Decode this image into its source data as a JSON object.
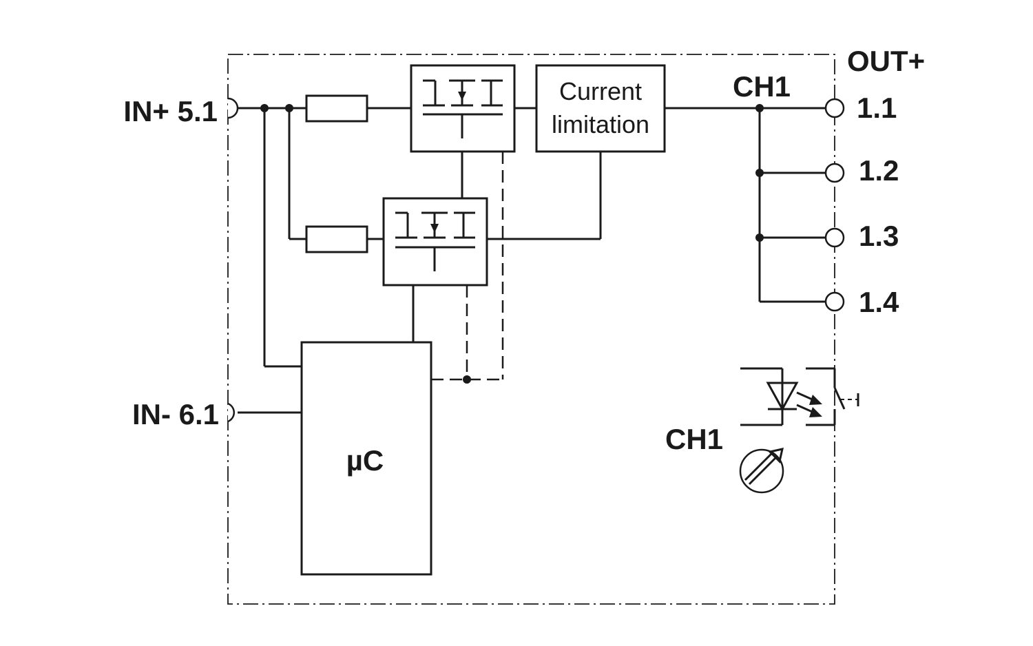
{
  "labels": {
    "in_plus": "IN+ 5.1",
    "in_minus": "IN- 6.1",
    "out_plus": "OUT+",
    "channel_top": "CH1",
    "channel_bottom": "CH1",
    "microcontroller": "µC",
    "current_limitation_line1": "Current",
    "current_limitation_line2": "limitation"
  },
  "outputs": [
    {
      "label": "1.1"
    },
    {
      "label": "1.2"
    },
    {
      "label": "1.3"
    },
    {
      "label": "1.4"
    }
  ]
}
